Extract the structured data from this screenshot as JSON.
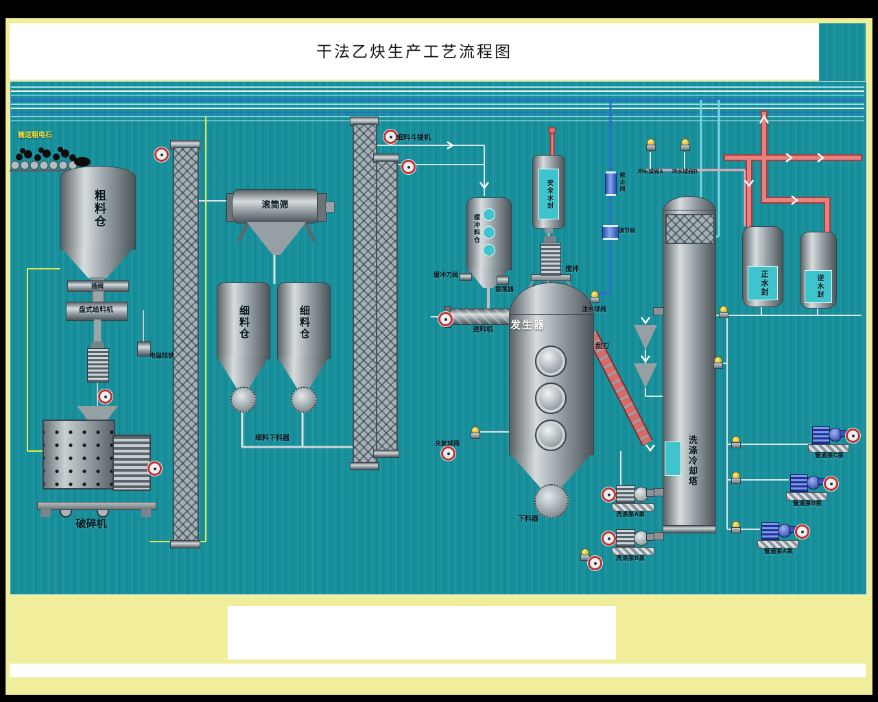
{
  "header": {
    "title": "干法乙炔生产工艺流程图"
  },
  "labels": {
    "conveyor_feed": "输送粗电石",
    "coarse_silo": "粗料仓",
    "gate_valve": "插阀",
    "disc_feeder": "盘式给料机",
    "magnetic_separator": "电磁除铁器",
    "crusher": "破碎机",
    "drum_screen": "滚筒筛",
    "fine_silo_a": "细料仓",
    "fine_silo_b": "细料仓",
    "fine_discharger": "细料下料器",
    "bucket_elevator": "细料斗提机",
    "buffer_silo": "缓冲料仓",
    "buffer_knife_valve": "缓冲刀阀",
    "oscillator": "振荡器",
    "feeder": "进料机",
    "generator": "发生器",
    "safety_water_seal": "安全水封",
    "agitator": "搅拌",
    "water_injection_valve": "注水球阀",
    "nitrogen_valve": "充氮球阀",
    "discharger": "下料器",
    "scraper": "刮刀",
    "washing_tower": "洗涤冷却塔",
    "flush_valve_a": "冲水球阀A",
    "flush_valve_b": "冲水球阀B",
    "stop_valve": "截止阀",
    "regulating_valve": "调节阀",
    "positive_water_seal": "正水封",
    "reverse_water_seal": "逆水封",
    "pipeline_pump_c": "管道泵C泵",
    "pipeline_pump_b": "管道泵B泵",
    "pipeline_pump_a": "管道泵A泵",
    "washing_pump_a": "洗涤泵A泵",
    "washing_pump_b": "洗涤泵B泵"
  },
  "colors": {
    "background": "#000000",
    "frame_yellow": "#f1ee9b",
    "panel_teal": "#17909c",
    "pipe_red": "#d95f5f",
    "pipe_blue": "#2e6ad0",
    "pipe_cyan": "#7ad6e0",
    "pipe_yellow": "#e8e84e",
    "liquid_teal": "#3fc4cd",
    "alarm_ring": "#c23030"
  },
  "icons": {
    "status_lamp": "red-ring-circle",
    "ball_valve": "yellow-ball-on-gray-body",
    "pump": "motor-with-volute",
    "elevator": "crosshatch-column"
  }
}
